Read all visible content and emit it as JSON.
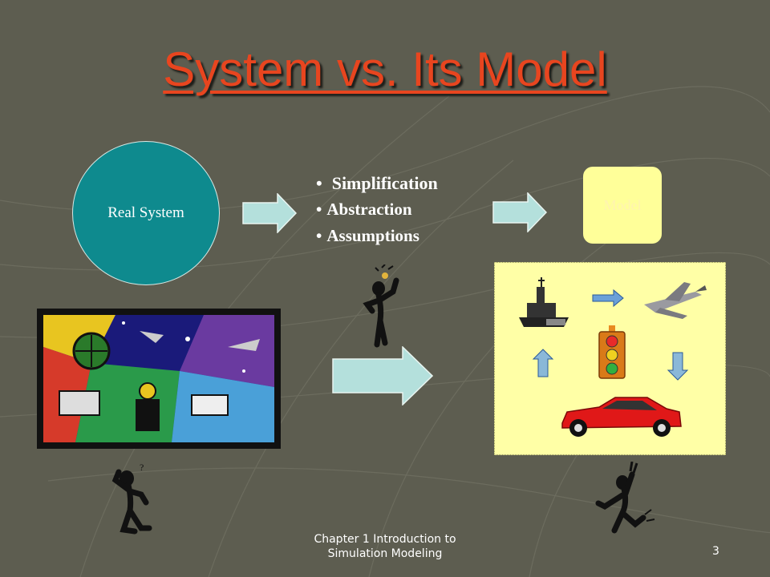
{
  "slide": {
    "title": "System vs. Its Model",
    "real_system_label": "Real System",
    "model_label": "Model",
    "bullets": [
      "Simplification",
      "Abstraction",
      "Assumptions"
    ],
    "footer_line1": "Chapter 1  Introduction to",
    "footer_line2": "Simulation Modeling",
    "page_number": "3"
  },
  "icons": {
    "arrows": [
      "right-arrow-icon",
      "right-arrow-icon",
      "right-arrow-icon"
    ],
    "panel": [
      "battleship-icon",
      "fighter-jet-icon",
      "traffic-light-icon",
      "sports-car-icon",
      "up-arrow-icon",
      "down-arrow-icon",
      "right-arrow-icon"
    ],
    "figures": [
      "thinking-stick-figure-icon",
      "puzzled-stick-figure-icon",
      "excited-stick-figure-icon"
    ]
  },
  "colors": {
    "background": "#5d5d50",
    "title": "#e8451f",
    "circle": "#0e8a8e",
    "model_box": "#ffff99",
    "panel": "#ffffa6",
    "arrow_fill": "#b4e0dc"
  }
}
